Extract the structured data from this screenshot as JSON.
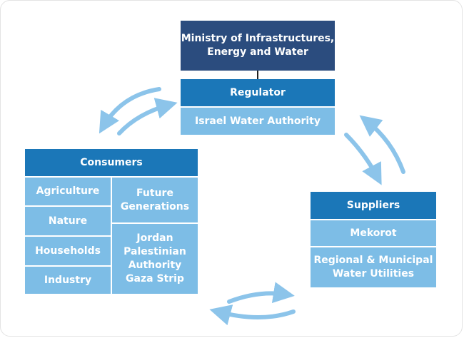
{
  "ministry": {
    "line1": "Ministry of Infrastructures,",
    "line2": "Energy and Water"
  },
  "regulator": {
    "header": "Regulator",
    "body": "Israel Water Authority"
  },
  "consumers": {
    "header": "Consumers",
    "left": [
      "Agriculture",
      "Nature",
      "Households",
      "Industry"
    ],
    "future": {
      "line1": "Future",
      "line2": "Generations"
    },
    "foreign": [
      "Jordan",
      "Palestinian",
      "Authority",
      "Gaza Strip"
    ]
  },
  "suppliers": {
    "header": "Suppliers",
    "body": "Mekorot",
    "utilities": {
      "line1": "Regional & Municipal",
      "line2": "Water Utilities"
    }
  },
  "colors": {
    "dark": "#2b4c7e",
    "mid": "#1b77b8",
    "light": "#7dbde6",
    "arrow": "#8cc4ea"
  },
  "icons": [
    "cycle-arrow-icon"
  ]
}
